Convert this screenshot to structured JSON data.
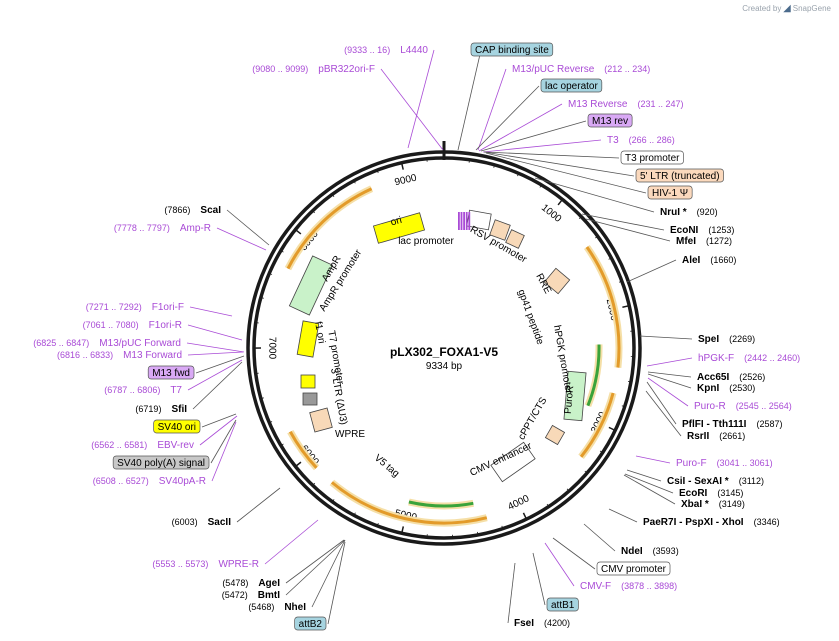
{
  "brand": {
    "created_by": "Created by",
    "name": "SnapGene"
  },
  "plasmid": {
    "name": "pLX302_FOXA1-V5",
    "length": "9334 bp"
  },
  "ticks": [
    "1000",
    "2000",
    "3000",
    "4000",
    "5000",
    "6000",
    "7000",
    "8000",
    "9000"
  ],
  "colors": {
    "primer": "#a94bd6",
    "site": "#000000",
    "feature_label": "#333333",
    "ring": "#1a1a1a",
    "orange_feature": "#e39b2a",
    "green_feature": "#3aa33a",
    "yellow_feature": "#ffff00",
    "peach_feature": "#f8d9b8",
    "mint_feature": "#c9f2c9"
  },
  "inner_labels": [
    "lac promoter",
    "RSV promoter",
    "RRE",
    "gp41 peptide",
    "hPGK promoter",
    "PuroR",
    "cPPT/CTS",
    "CMV enhancer",
    "V5 tag",
    "WPRE",
    "3' LTR (ΔU3)",
    "T7 promoter",
    "f1 ori",
    "AmpR promoter",
    "AmpR",
    "ori"
  ],
  "top_labels": [
    {
      "range": "(9333 .. 16)",
      "name": "L4440",
      "kind": "primer"
    },
    {
      "range": "",
      "name": "CAP binding site",
      "kind": "box-blue"
    },
    {
      "range": "(9080 .. 9099)",
      "name": "pBR322ori-F",
      "kind": "primer"
    }
  ],
  "right_labels": [
    {
      "name": "M13/pUC Reverse",
      "range": "(212 .. 234)",
      "kind": "primer"
    },
    {
      "name": "lac operator",
      "range": "",
      "kind": "box-blue"
    },
    {
      "name": "M13 Reverse",
      "range": "(231 .. 247)",
      "kind": "primer"
    },
    {
      "name": "M13 rev",
      "range": "",
      "kind": "box-purple"
    },
    {
      "name": "T3",
      "range": "(266 .. 286)",
      "kind": "primer"
    },
    {
      "name": "T3 promoter",
      "range": "",
      "kind": "box-white"
    },
    {
      "name": "5' LTR (truncated)",
      "range": "",
      "kind": "box-peach"
    },
    {
      "name": "HIV-1 Ψ",
      "range": "",
      "kind": "box-peach"
    },
    {
      "name": "NruI *",
      "range": "(920)",
      "kind": "site"
    },
    {
      "name": "EcoNI",
      "range": "(1253)",
      "kind": "site"
    },
    {
      "name": "MfeI",
      "range": "(1272)",
      "kind": "site"
    },
    {
      "name": "AleI",
      "range": "(1660)",
      "kind": "site"
    },
    {
      "name": "SpeI",
      "range": "(2269)",
      "kind": "site"
    },
    {
      "name": "hPGK-F",
      "range": "(2442 .. 2460)",
      "kind": "primer"
    },
    {
      "name": "Acc65I",
      "range": "(2526)",
      "kind": "site"
    },
    {
      "name": "KpnI",
      "range": "(2530)",
      "kind": "site"
    },
    {
      "name": "Puro-R",
      "range": "(2545 .. 2564)",
      "kind": "primer"
    },
    {
      "name": "PflFI - Tth111I",
      "range": "(2587)",
      "kind": "site"
    },
    {
      "name": "RsrII",
      "range": "(2661)",
      "kind": "site"
    },
    {
      "name": "Puro-F",
      "range": "(3041 .. 3061)",
      "kind": "primer"
    },
    {
      "name": "CsiI - SexAI *",
      "range": "(3112)",
      "kind": "site"
    },
    {
      "name": "EcoRI",
      "range": "(3145)",
      "kind": "site"
    },
    {
      "name": "XbaI *",
      "range": "(3149)",
      "kind": "site"
    },
    {
      "name": "PaeR7I - PspXI - XhoI",
      "range": "(3346)",
      "kind": "site"
    },
    {
      "name": "NdeI",
      "range": "(3593)",
      "kind": "site"
    },
    {
      "name": "CMV promoter",
      "range": "",
      "kind": "box-white"
    },
    {
      "name": "CMV-F",
      "range": "(3878 .. 3898)",
      "kind": "primer"
    },
    {
      "name": "attB1",
      "range": "",
      "kind": "box-blue"
    },
    {
      "name": "FseI",
      "range": "(4200)",
      "kind": "site"
    }
  ],
  "left_labels": [
    {
      "range": "(7866)",
      "name": "ScaI",
      "kind": "site"
    },
    {
      "range": "(7778 .. 7797)",
      "name": "Amp-R",
      "kind": "primer"
    },
    {
      "range": "(7271 .. 7292)",
      "name": "F1ori-F",
      "kind": "primer"
    },
    {
      "range": "(7061 .. 7080)",
      "name": "F1ori-R",
      "kind": "primer"
    },
    {
      "range": "(6825 .. 6847)",
      "name": "M13/pUC Forward",
      "kind": "primer"
    },
    {
      "range": "(6816 .. 6833)",
      "name": "M13 Forward",
      "kind": "primer"
    },
    {
      "range": "",
      "name": "M13 fwd",
      "kind": "box-purple"
    },
    {
      "range": "(6787 .. 6806)",
      "name": "T7",
      "kind": "primer"
    },
    {
      "range": "(6719)",
      "name": "SfiI",
      "kind": "site"
    },
    {
      "range": "",
      "name": "SV40 ori",
      "kind": "box-yellow"
    },
    {
      "range": "(6562 .. 6581)",
      "name": "EBV-rev",
      "kind": "primer"
    },
    {
      "range": "",
      "name": "SV40 poly(A) signal",
      "kind": "box-grey"
    },
    {
      "range": "(6508 .. 6527)",
      "name": "SV40pA-R",
      "kind": "primer"
    },
    {
      "range": "(6003)",
      "name": "SacII",
      "kind": "site"
    },
    {
      "range": "(5553 .. 5573)",
      "name": "WPRE-R",
      "kind": "primer"
    },
    {
      "range": "(5478)",
      "name": "AgeI",
      "kind": "site"
    },
    {
      "range": "(5472)",
      "name": "BmtI",
      "kind": "site"
    },
    {
      "range": "(5468)",
      "name": "NheI",
      "kind": "site"
    },
    {
      "range": "",
      "name": "attB2",
      "kind": "box-blue"
    }
  ]
}
